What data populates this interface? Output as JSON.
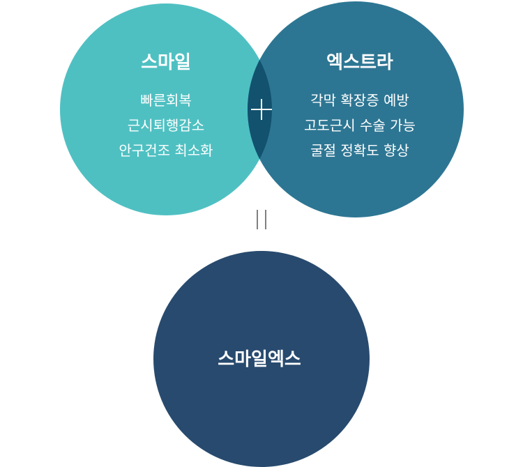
{
  "left_circle": {
    "title": "스마일",
    "lines": [
      "빠른회복",
      "근시퇴행감소",
      "안구건조 최소화"
    ],
    "color": "#4fc0c2"
  },
  "right_circle": {
    "title": "엑스트라",
    "lines": [
      "각막 확장증 예방",
      "고도근시 수술 가능",
      "굴절 정확도 향상"
    ],
    "color": "#2d7693"
  },
  "overlap_color": "#12526e",
  "plus_symbol": "+",
  "equals_symbol": "=",
  "result_circle": {
    "title": "스마일엑스",
    "color": "#284a6e"
  }
}
